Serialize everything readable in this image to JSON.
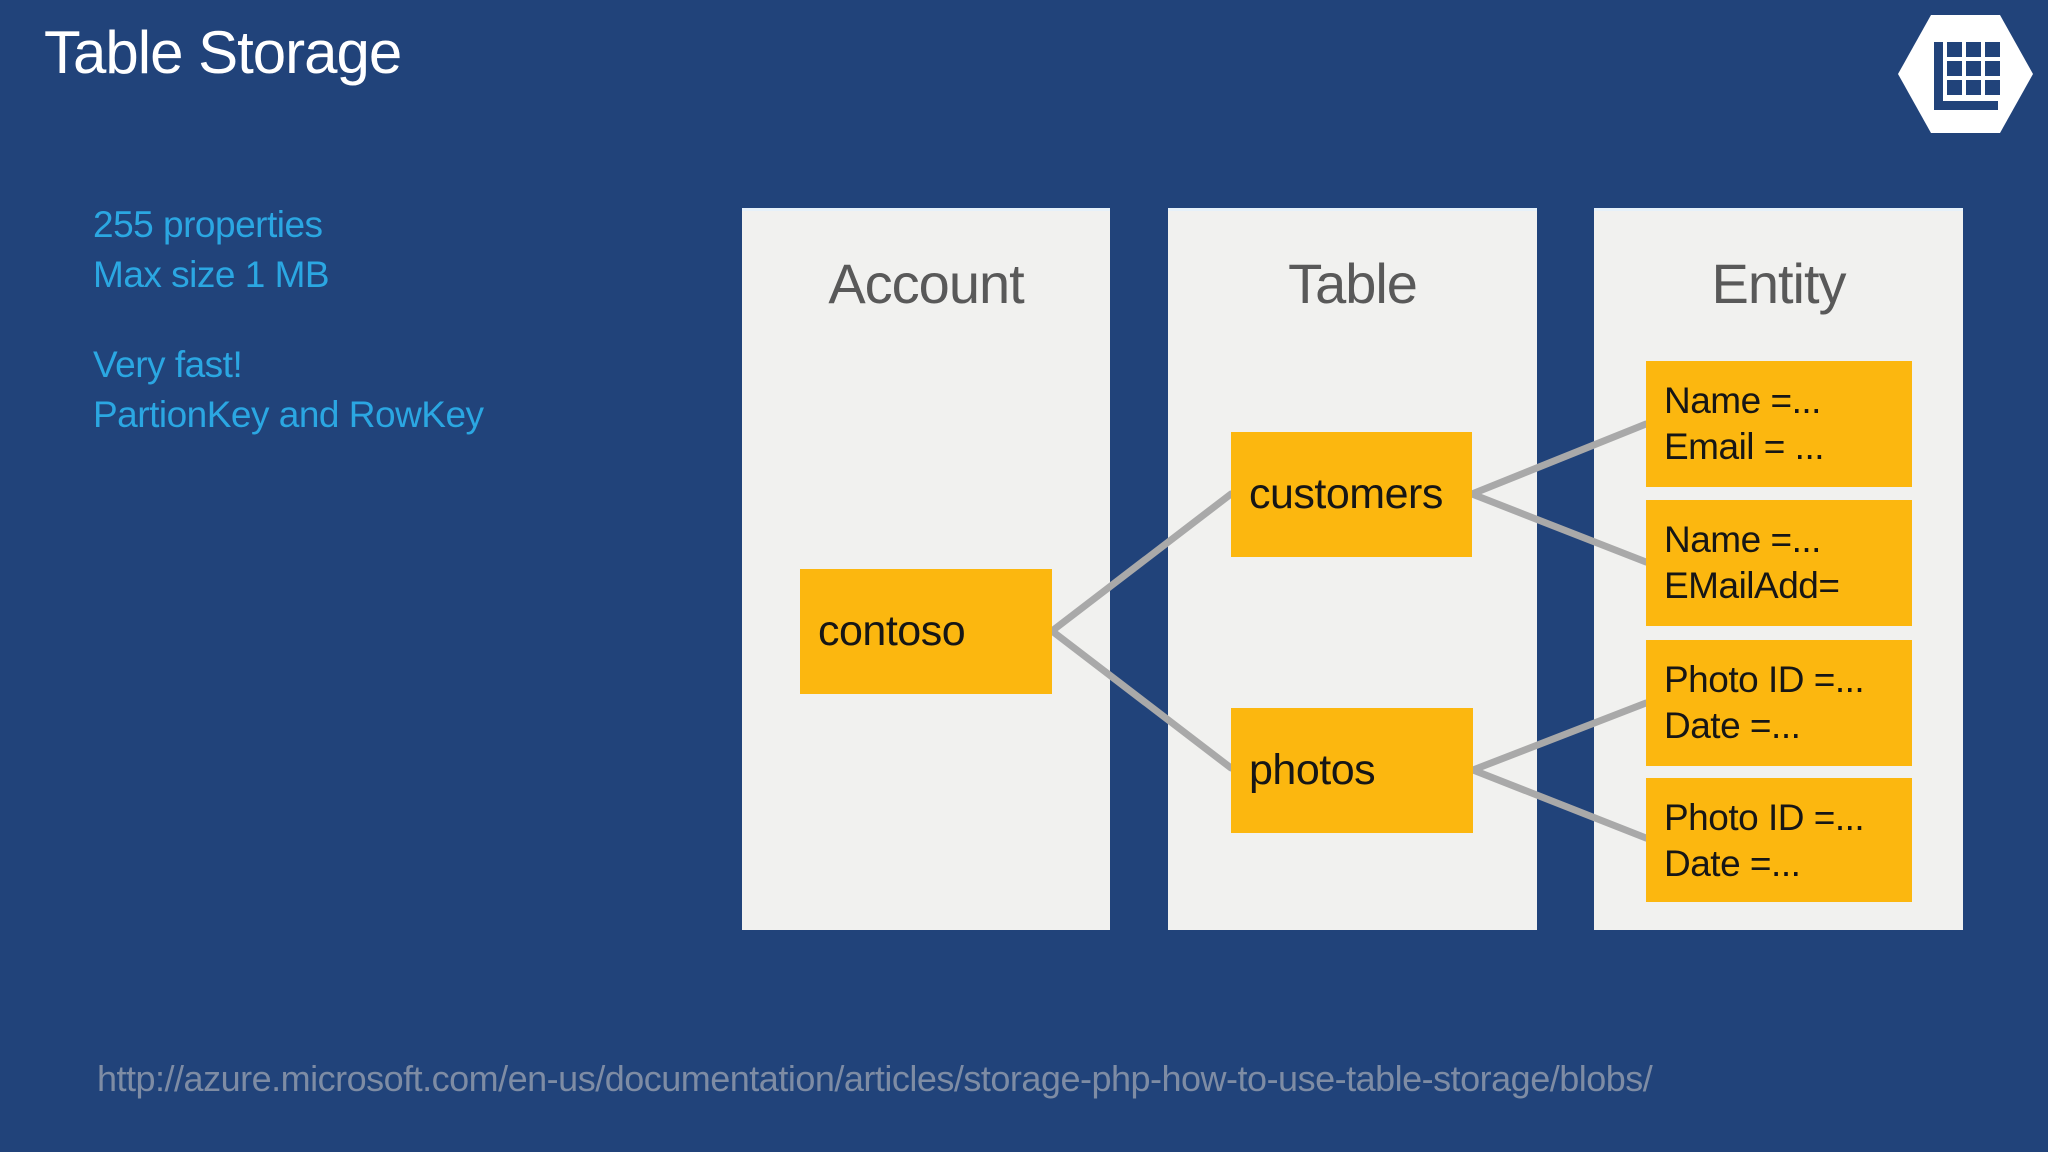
{
  "slide": {
    "title": "Table Storage",
    "footer_url": "http://azure.microsoft.com/en-us/documentation/articles/storage-php-how-to-use-table-storage/blobs/"
  },
  "notes": {
    "para1": [
      "255 properties",
      "Max size 1 MB"
    ],
    "para2": [
      "Very fast!",
      "PartionKey and RowKey"
    ]
  },
  "diagram": {
    "columns": [
      {
        "label": "Account"
      },
      {
        "label": "Table"
      },
      {
        "label": "Entity"
      }
    ],
    "nodes": {
      "contoso": {
        "label": "contoso"
      },
      "customers": {
        "label": "customers"
      },
      "photos": {
        "label": "photos"
      },
      "entity1": {
        "line1": "Name =...",
        "line2": "Email = ..."
      },
      "entity2": {
        "line1": "Name =...",
        "line2": "EMailAdd="
      },
      "entity3": {
        "line1": "Photo ID =...",
        "line2": "Date =..."
      },
      "entity4": {
        "line1": "Photo ID =...",
        "line2": "Date =..."
      }
    },
    "connections": [
      "contoso-customers",
      "contoso-photos",
      "customers-entity1",
      "customers-entity2",
      "photos-entity3",
      "photos-entity4"
    ]
  },
  "icons": {
    "header_icon": "table-storage-hexagon-icon"
  },
  "colors": {
    "background": "#21437A",
    "accent_orange": "#FCB70F",
    "panel_gray": "#F1F1EF",
    "note_blue": "#2BA7E2",
    "connector_gray": "#A9A9A9",
    "panel_title_gray": "#595959",
    "url_gray": "#7E8CA4",
    "title_white": "#FFFFFF"
  }
}
